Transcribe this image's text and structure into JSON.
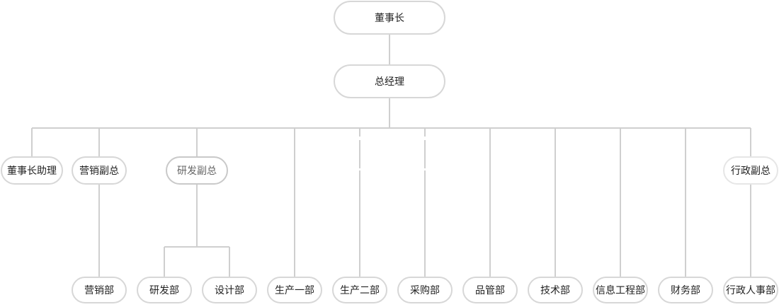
{
  "org": {
    "chairman": "董事长",
    "general_manager": "总经理",
    "chairman_assistant": "董事长助理",
    "vp_marketing": "营销副总",
    "vp_rnd": "研发副总",
    "vp_admin": "行政副总",
    "dept_marketing": "营销部",
    "dept_rnd": "研发部",
    "dept_design": "设计部",
    "dept_production_1": "生产一部",
    "dept_production_2": "生产二部",
    "dept_purchasing": "采购部",
    "dept_quality": "品管部",
    "dept_technology": "技术部",
    "dept_it_engineering": "信息工程部",
    "dept_finance": "财务部",
    "dept_admin_hr": "行政人事部"
  },
  "colors": {
    "connector": "#cfcfcf",
    "node_border": "#d7d7d7",
    "node_text": "#222222",
    "background": "#ffffff"
  }
}
